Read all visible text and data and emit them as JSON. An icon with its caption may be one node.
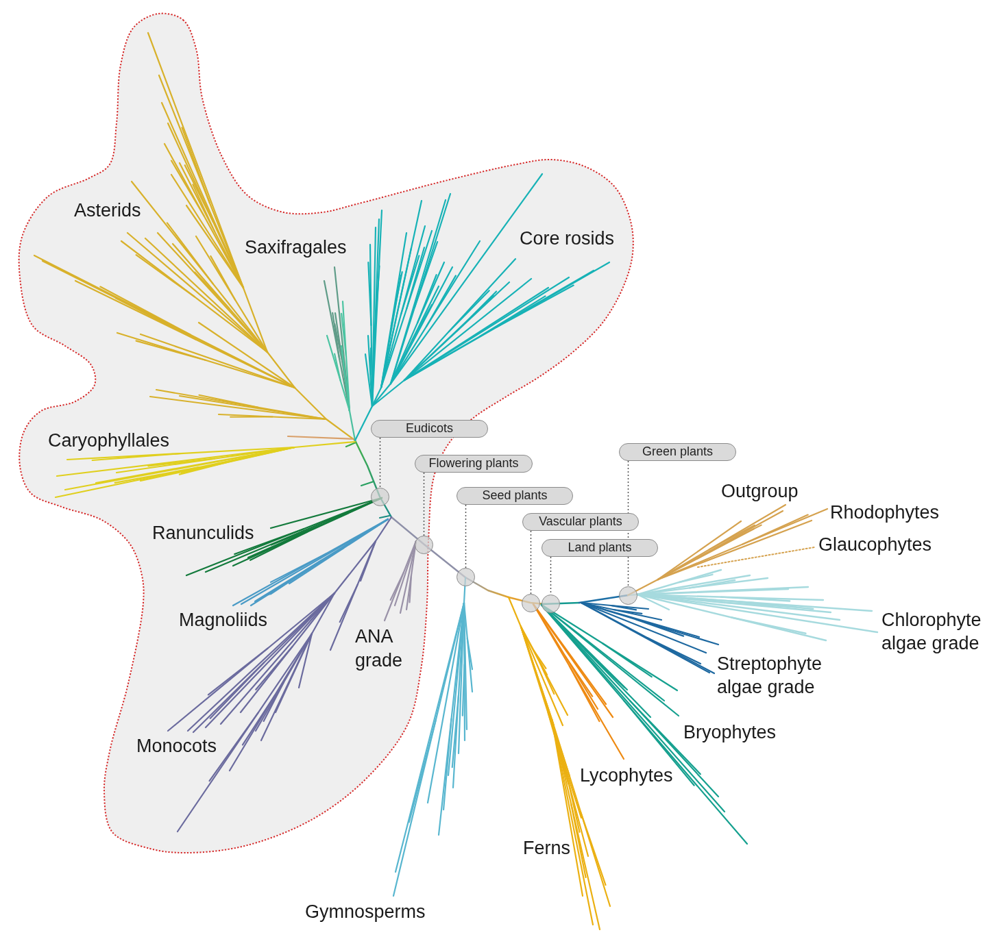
{
  "diagram": {
    "nodes": [
      {
        "text": [
          "Eudicots"
        ]
      },
      {
        "text": [
          "Flowering plants"
        ]
      },
      {
        "text": [
          "Green plants"
        ]
      },
      {
        "text": [
          "Seed plants"
        ]
      },
      {
        "text": [
          "Vascular plants"
        ]
      },
      {
        "text": [
          "Land plants"
        ]
      },
      {
        "text": [],
        "shape": "circle"
      },
      {
        "text": [],
        "shape": "circle"
      },
      {
        "text": [],
        "shape": "circle"
      },
      {
        "text": [],
        "shape": "circle"
      },
      {
        "text": [],
        "shape": "circle"
      },
      {
        "text": [],
        "shape": "circle"
      }
    ],
    "edges": [
      {
        "from": 0,
        "to": 6,
        "arrow": "none",
        "style": "dashed"
      },
      {
        "from": 1,
        "to": 7,
        "arrow": "none",
        "style": "dashed"
      },
      {
        "from": 2,
        "to": 11,
        "arrow": "none",
        "style": "dashed"
      },
      {
        "from": 3,
        "to": 8,
        "arrow": "none",
        "style": "dashed"
      },
      {
        "from": 4,
        "to": 9,
        "arrow": "none",
        "style": "dashed"
      },
      {
        "from": 5,
        "to": 10,
        "arrow": "none",
        "style": "dashed"
      }
    ],
    "labels": [
      "Asterids",
      "Saxifragales",
      "Core rosids",
      "Caryophyllales",
      "Outgroup",
      "Rhodophytes",
      "Ranunculids",
      "Glaucophytes",
      "Magnoliids",
      "Chlorophyte algae grade",
      "ANA grade",
      "Streptophyte algae grade",
      "Bryophytes",
      "Monocots",
      "Lycophytes",
      "Ferns",
      "Gymnosperms"
    ]
  }
}
